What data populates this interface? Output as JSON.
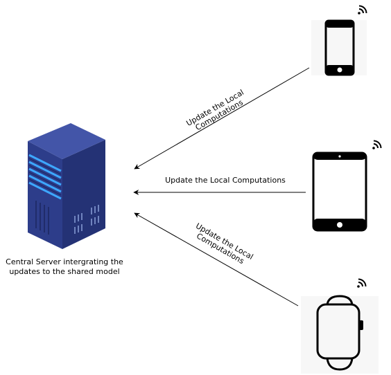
{
  "server": {
    "caption_line1": "Central Server intergrating the",
    "caption_line2": "updates to the shared model",
    "colors": {
      "front": "#2d3d8a",
      "side": "#243275",
      "top": "#4355a8",
      "slot": "#3da8ff",
      "vent": "#8aa0d8"
    }
  },
  "devices": [
    {
      "name": "phone",
      "icon": "smartphone-icon"
    },
    {
      "name": "tablet",
      "icon": "tablet-icon"
    },
    {
      "name": "watch",
      "icon": "smartwatch-icon"
    }
  ],
  "arrows": {
    "top_label_line1": "Update the Local",
    "top_label_line2": "Computations",
    "middle_label": "Update the Local Computations",
    "bottom_label_line1": "Update the Local",
    "bottom_label_line2": "Computations"
  },
  "wifi_icon": "wifi-signal-icon"
}
